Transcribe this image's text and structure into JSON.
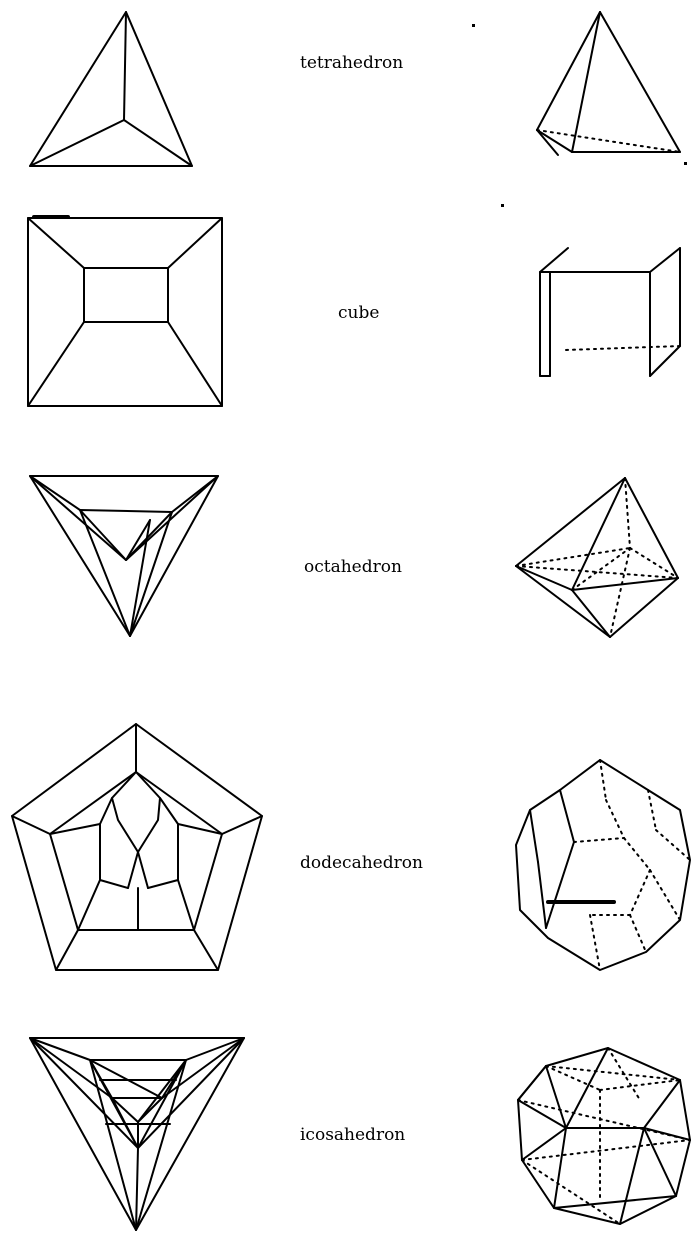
{
  "rows": [
    {
      "key": "tetrahedron",
      "label": "tetrahedron"
    },
    {
      "key": "cube",
      "label": "cube"
    },
    {
      "key": "octahedron",
      "label": "octahedron"
    },
    {
      "key": "dodecahedron",
      "label": "dodecahedron"
    },
    {
      "key": "icosahedron",
      "label": "icosahedron"
    }
  ],
  "colors": {
    "ink": "#000000",
    "background": "#ffffff"
  }
}
